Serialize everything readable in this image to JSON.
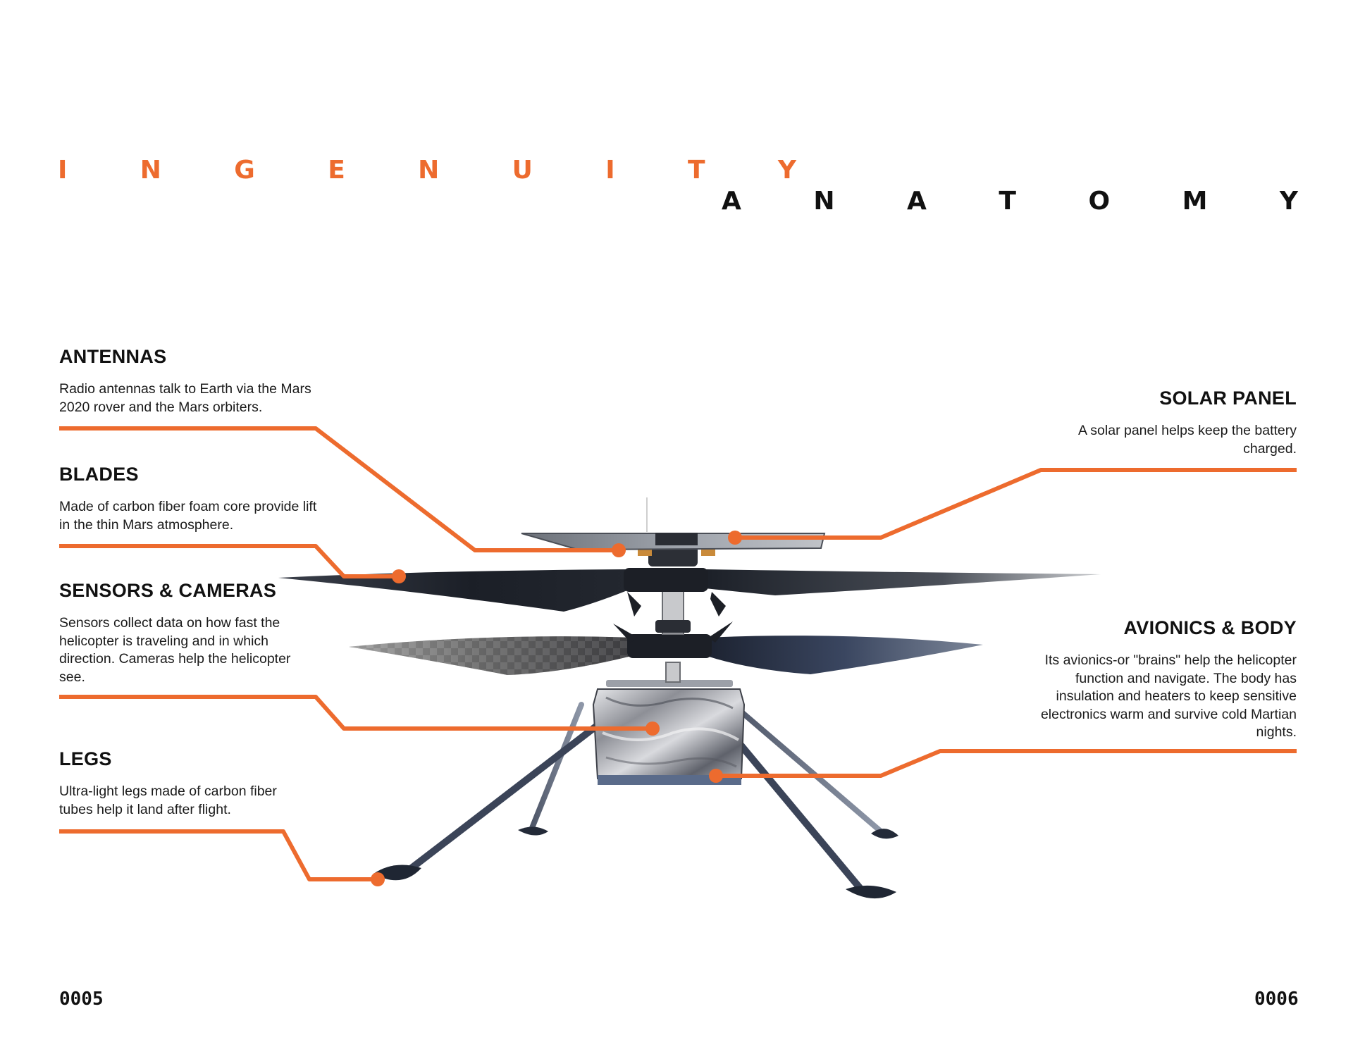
{
  "title": {
    "line1": "INGENUITY",
    "line2": "ANATOMY"
  },
  "colors": {
    "accent": "#ed6b2e",
    "text": "#111111"
  },
  "callouts": {
    "antennas": {
      "heading": "ANTENNAS",
      "body": "Radio antennas talk to Earth via the Mars 2020 rover and the Mars orbiters."
    },
    "blades": {
      "heading": "BLADES",
      "body": "Made of carbon fiber foam core provide lift in the thin Mars atmosphere."
    },
    "sensors": {
      "heading": "SENSORS & CAMERAS",
      "body": "Sensors collect data on how fast the helicopter is traveling and in which direction. Cameras help the helicopter see."
    },
    "legs": {
      "heading": "LEGS",
      "body": "Ultra-light legs made of carbon fiber tubes help it land after flight."
    },
    "solar": {
      "heading": "SOLAR PANEL",
      "body": "A solar panel helps keep the battery charged."
    },
    "avionics": {
      "heading": "AVIONICS & BODY",
      "body": "Its avionics-or \"brains\" help the helicopter function and navigate. The body has insulation and heaters to keep sensitive electronics warm and survive cold Martian nights."
    }
  },
  "page_numbers": {
    "left": "0005",
    "right": "0006"
  }
}
